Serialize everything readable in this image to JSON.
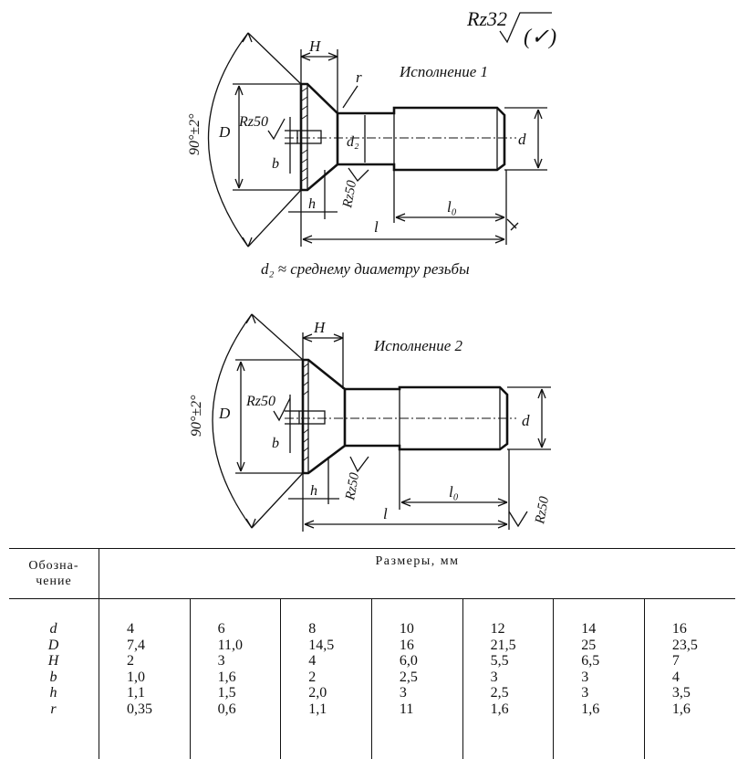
{
  "roughness_main": "Rz32",
  "roughness_paren": "(✓)",
  "variant1": {
    "title": "Исполнение 1",
    "labels": {
      "H": "H",
      "r": "r",
      "D": "D",
      "b": "b",
      "h": "h",
      "d2": "d₂",
      "d": "d",
      "l0": "l₀",
      "l": "l",
      "angle": "90°±2°",
      "rz50a": "Rz50",
      "rz50b": "Rz50"
    }
  },
  "note": "d₂ ≈ среднему диаметру резьбы",
  "variant2": {
    "title": "Исполнение 2",
    "labels": {
      "H": "H",
      "D": "D",
      "b": "b",
      "h": "h",
      "d": "d",
      "l0": "l₀",
      "l": "l",
      "angle": "90°±2°",
      "rz50a": "Rz50",
      "rz50b": "Rz50",
      "rz50c": "Rz50"
    }
  },
  "table": {
    "header_designation": "Обозна-\nчение",
    "header_sizes": "Размеры, мм",
    "symbols": [
      "d",
      "D",
      "H",
      "b",
      "h",
      "r"
    ],
    "columns": [
      [
        "4",
        "7,4",
        "2",
        "1,0",
        "1,1",
        "0,35"
      ],
      [
        "6",
        "11,0",
        "3",
        "1,6",
        "1,5",
        "0,6"
      ],
      [
        "8",
        "14,5",
        "4",
        "2",
        "2,0",
        "1,1"
      ],
      [
        "10",
        "16",
        "6,0",
        "2,5",
        "3",
        "11"
      ],
      [
        "12",
        "21,5",
        "5,5",
        "3",
        "2,5",
        "1,6"
      ],
      [
        "14",
        "25",
        "6,5",
        "3",
        "3",
        "1,6"
      ],
      [
        "16",
        "23,5",
        "7",
        "4",
        "3,5",
        "1,6"
      ]
    ]
  }
}
